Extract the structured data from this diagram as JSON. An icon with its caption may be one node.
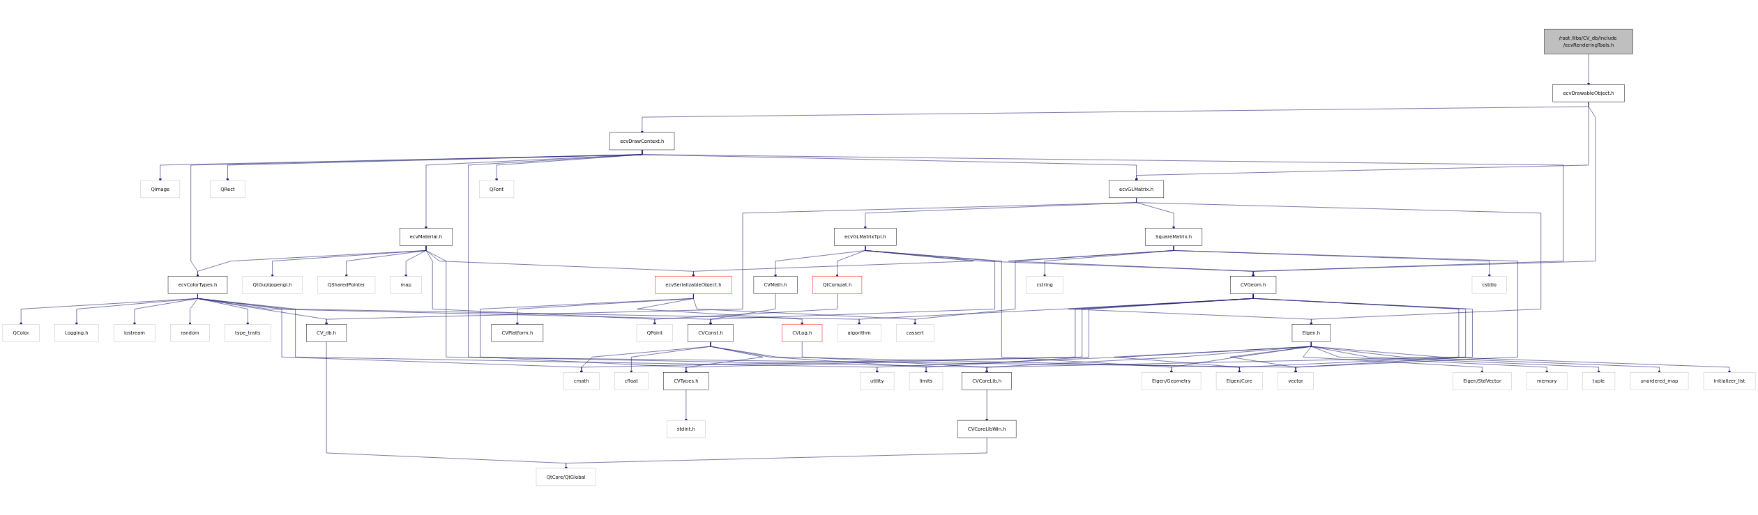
{
  "diagram": {
    "nodes": [
      {
        "text": [
          "/root /libs/CV_db/include /ecvRenderingTools.h"
        ]
      },
      {
        "text": [
          "ecvDrawableObject.h"
        ]
      },
      {
        "text": [
          "ecvDrawContext.h"
        ]
      },
      {
        "text": [
          "QImage"
        ]
      },
      {
        "text": [
          "QRect"
        ]
      },
      {
        "text": [
          "QFont"
        ]
      },
      {
        "text": [
          "ecvGLMatrix.h"
        ]
      },
      {
        "text": [
          "ecvMaterial.h"
        ]
      },
      {
        "text": [
          "ecvGLMatrixTpl.h"
        ]
      },
      {
        "text": [
          "SquareMatrix.h"
        ]
      },
      {
        "text": [
          "ecvColorTypes.h"
        ]
      },
      {
        "text": [
          "QtGui/qopengl.h"
        ]
      },
      {
        "text": [
          "QSharedPointer"
        ]
      },
      {
        "text": [
          "map"
        ]
      },
      {
        "text": [
          "CVMath.h"
        ]
      },
      {
        "text": [
          "QtCompat.h"
        ]
      },
      {
        "text": [
          "ecvSerializableObject.h"
        ]
      },
      {
        "text": [
          "CVGeom.h"
        ]
      },
      {
        "text": [
          "cstring"
        ]
      },
      {
        "text": [
          "cstdio"
        ]
      },
      {
        "text": [
          "QColor"
        ]
      },
      {
        "text": [
          "Logging.h"
        ]
      },
      {
        "text": [
          "iostream"
        ]
      },
      {
        "text": [
          "random"
        ]
      },
      {
        "text": [
          "type_traits"
        ]
      },
      {
        "text": [
          "CV_db.h"
        ]
      },
      {
        "text": [
          "CVConst.h"
        ]
      },
      {
        "text": [
          "QPoint"
        ]
      },
      {
        "text": [
          "CVPlatform.h"
        ]
      },
      {
        "text": [
          "CVLog.h"
        ]
      },
      {
        "text": [
          "algorithm"
        ]
      },
      {
        "text": [
          "cassert"
        ]
      },
      {
        "text": [
          "Eigen.h"
        ]
      },
      {
        "text": [
          "cmath"
        ]
      },
      {
        "text": [
          "cfloat"
        ]
      },
      {
        "text": [
          "CVTypes.h"
        ]
      },
      {
        "text": [
          "limits"
        ]
      },
      {
        "text": [
          "Eigen/Core"
        ]
      },
      {
        "text": [
          "utility"
        ]
      },
      {
        "text": [
          "CVCoreLib.h"
        ]
      },
      {
        "text": [
          "vector"
        ]
      },
      {
        "text": [
          "Eigen/Geometry"
        ]
      },
      {
        "text": [
          "Eigen/StdVector"
        ]
      },
      {
        "text": [
          "memory"
        ]
      },
      {
        "text": [
          "tuple"
        ]
      },
      {
        "text": [
          "unordered_map"
        ]
      },
      {
        "text": [
          "initializer_list"
        ]
      },
      {
        "text": [
          "stdint.h"
        ]
      },
      {
        "text": [
          "CVCoreLibWin.h"
        ]
      },
      {
        "text": [
          "QtCore/QtGlobal"
        ]
      }
    ],
    "edges": [
      {
        "from": 0,
        "to": 1,
        "arrow": "to"
      },
      {
        "from": 1,
        "to": 2,
        "arrow": "to"
      },
      {
        "from": 1,
        "to": 6,
        "arrow": "to"
      },
      {
        "from": 1,
        "to": 17,
        "arrow": "to"
      },
      {
        "from": 2,
        "to": 3,
        "arrow": "to"
      },
      {
        "from": 2,
        "to": 10,
        "arrow": "to"
      },
      {
        "from": 2,
        "to": 4,
        "arrow": "to"
      },
      {
        "from": 2,
        "to": 7,
        "arrow": "to"
      },
      {
        "from": 2,
        "to": 39,
        "arrow": "to"
      },
      {
        "from": 2,
        "to": 5,
        "arrow": "to"
      },
      {
        "from": 2,
        "to": 6,
        "arrow": "to"
      },
      {
        "from": 2,
        "to": 17,
        "arrow": "to"
      },
      {
        "from": 6,
        "to": 25,
        "arrow": "to"
      },
      {
        "from": 6,
        "to": 8,
        "arrow": "to"
      },
      {
        "from": 6,
        "to": 9,
        "arrow": "to"
      },
      {
        "from": 6,
        "to": 32,
        "arrow": "to"
      },
      {
        "from": 7,
        "to": 10,
        "arrow": "to"
      },
      {
        "from": 7,
        "to": 11,
        "arrow": "to"
      },
      {
        "from": 7,
        "to": 12,
        "arrow": "to"
      },
      {
        "from": 7,
        "to": 13,
        "arrow": "to"
      },
      {
        "from": 7,
        "to": 27,
        "arrow": "to"
      },
      {
        "from": 7,
        "to": 16,
        "arrow": "to"
      },
      {
        "from": 7,
        "to": 40,
        "arrow": "to"
      },
      {
        "from": 8,
        "to": 14,
        "arrow": "to"
      },
      {
        "from": 8,
        "to": 15,
        "arrow": "to"
      },
      {
        "from": 8,
        "to": 16,
        "arrow": "to"
      },
      {
        "from": 8,
        "to": 17,
        "arrow": "to"
      },
      {
        "from": 8,
        "to": 26,
        "arrow": "to"
      },
      {
        "from": 8,
        "to": 41,
        "arrow": "to"
      },
      {
        "from": 9,
        "to": 17,
        "arrow": "to"
      },
      {
        "from": 9,
        "to": 31,
        "arrow": "to"
      },
      {
        "from": 9,
        "to": 18,
        "arrow": "to"
      },
      {
        "from": 9,
        "to": 19,
        "arrow": "to"
      },
      {
        "from": 9,
        "to": 40,
        "arrow": "to"
      },
      {
        "from": 10,
        "to": 20,
        "arrow": "to"
      },
      {
        "from": 10,
        "to": 21,
        "arrow": "to"
      },
      {
        "from": 10,
        "to": 22,
        "arrow": "to"
      },
      {
        "from": 10,
        "to": 23,
        "arrow": "to"
      },
      {
        "from": 10,
        "to": 24,
        "arrow": "to"
      },
      {
        "from": 10,
        "to": 25,
        "arrow": "to"
      },
      {
        "from": 10,
        "to": 26,
        "arrow": "to"
      },
      {
        "from": 10,
        "to": 33,
        "arrow": "to"
      },
      {
        "from": 10,
        "to": 30,
        "arrow": "to"
      },
      {
        "from": 10,
        "to": 38,
        "arrow": "to"
      },
      {
        "from": 14,
        "to": 26,
        "arrow": "to"
      },
      {
        "from": 15,
        "to": 27,
        "arrow": "to"
      },
      {
        "from": 16,
        "to": 35,
        "arrow": "to"
      },
      {
        "from": 16,
        "to": 28,
        "arrow": "to"
      },
      {
        "from": 16,
        "to": 29,
        "arrow": "to"
      },
      {
        "from": 16,
        "to": 31,
        "arrow": "to"
      },
      {
        "from": 17,
        "to": 30,
        "arrow": "to"
      },
      {
        "from": 17,
        "to": 32,
        "arrow": "to"
      },
      {
        "from": 17,
        "to": 33,
        "arrow": "to"
      },
      {
        "from": 17,
        "to": 35,
        "arrow": "to"
      },
      {
        "from": 17,
        "to": 36,
        "arrow": "to"
      },
      {
        "from": 17,
        "to": 37,
        "arrow": "to"
      },
      {
        "from": 17,
        "to": 39,
        "arrow": "to"
      },
      {
        "from": 17,
        "to": 40,
        "arrow": "to"
      },
      {
        "from": 25,
        "to": 49,
        "arrow": "to"
      },
      {
        "from": 26,
        "to": 33,
        "arrow": "to"
      },
      {
        "from": 26,
        "to": 34,
        "arrow": "to"
      },
      {
        "from": 26,
        "to": 35,
        "arrow": "to"
      },
      {
        "from": 26,
        "to": 36,
        "arrow": "to"
      },
      {
        "from": 26,
        "to": 37,
        "arrow": "to"
      },
      {
        "from": 29,
        "to": 39,
        "arrow": "to"
      },
      {
        "from": 32,
        "to": 37,
        "arrow": "to"
      },
      {
        "from": 32,
        "to": 38,
        "arrow": "to"
      },
      {
        "from": 32,
        "to": 39,
        "arrow": "to"
      },
      {
        "from": 32,
        "to": 40,
        "arrow": "to"
      },
      {
        "from": 32,
        "to": 41,
        "arrow": "to"
      },
      {
        "from": 32,
        "to": 42,
        "arrow": "to"
      },
      {
        "from": 32,
        "to": 43,
        "arrow": "to"
      },
      {
        "from": 32,
        "to": 44,
        "arrow": "to"
      },
      {
        "from": 32,
        "to": 45,
        "arrow": "to"
      },
      {
        "from": 32,
        "to": 46,
        "arrow": "to"
      },
      {
        "from": 35,
        "to": 47,
        "arrow": "to"
      },
      {
        "from": 39,
        "to": 48,
        "arrow": "to"
      },
      {
        "from": 48,
        "to": 49,
        "arrow": "to"
      }
    ]
  }
}
